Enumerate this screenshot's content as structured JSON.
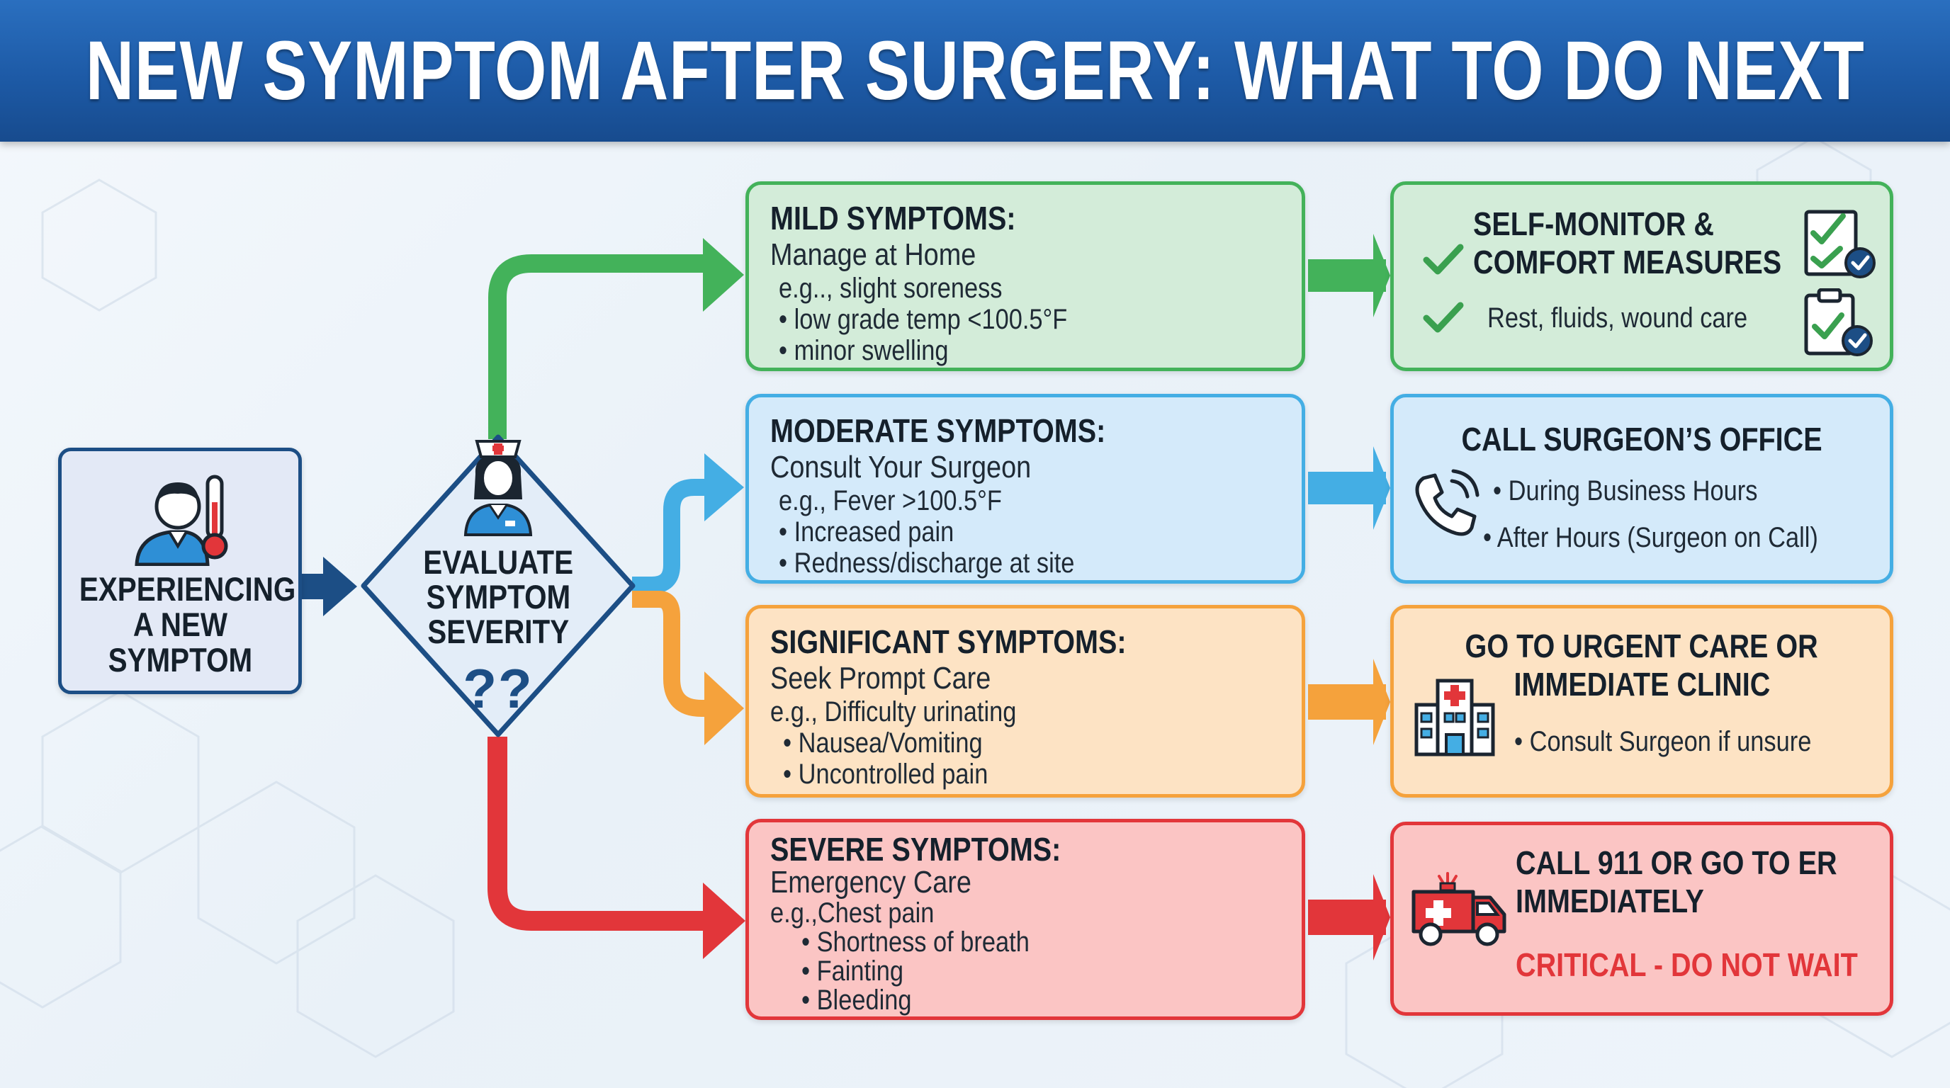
{
  "title": "NEW SYMPTOM AFTER SURGERY: WHAT TO DO NEXT",
  "start": {
    "label_lines": [
      "EXPERIENCING",
      "A NEW",
      "SYMPTOM"
    ],
    "icon": "patient-thermometer-icon"
  },
  "decision": {
    "label_lines": [
      "EVALUATE",
      "SYMPTOM",
      "SEVERITY"
    ],
    "marks": "??",
    "icon": "nurse-icon"
  },
  "levels": [
    {
      "color": "#43b25a",
      "heading": "MILD SYMPTOMS:",
      "subheading": "Manage at Home",
      "examples": [
        "e.g.., slight soreness",
        "• low grade temp <100.5°F",
        "• minor swelling"
      ],
      "action": {
        "heading_lines": [
          "SELF-MONITOR &",
          "COMFORT MEASURES"
        ],
        "detail": "Rest, fluids, wound care",
        "icons": [
          "checkmark-icon",
          "checklist-icon",
          "clipboard-check-icon"
        ]
      }
    },
    {
      "color": "#44aee4",
      "heading": "MODERATE SYMPTOMS:",
      "subheading": "Consult Your Surgeon",
      "examples": [
        "e.g., Fever >100.5°F",
        "• Increased pain",
        "• Redness/discharge at site"
      ],
      "action": {
        "heading_lines": [
          "CALL SURGEON’S OFFICE"
        ],
        "bullets": [
          "• During Business Hours",
          "• After Hours (Surgeon on Call)"
        ],
        "icons": [
          "phone-icon"
        ]
      }
    },
    {
      "color": "#f5a23c",
      "heading": "SIGNIFICANT SYMPTOMS:",
      "subheading": "Seek Prompt Care",
      "examples": [
        "e.g., Difficulty urinating",
        "• Nausea/Vomiting",
        "• Uncontrolled pain"
      ],
      "action": {
        "heading_lines": [
          "GO TO URGENT CARE OR",
          "IMMEDIATE CLINIC"
        ],
        "bullets": [
          "• Consult Surgeon if unsure"
        ],
        "icons": [
          "hospital-icon"
        ]
      }
    },
    {
      "color": "#e2363a",
      "heading": "SEVERE SYMPTOMS:",
      "subheading": "Emergency Care",
      "examples": [
        "e.g.,Chest pain",
        "• Shortness of breath",
        "• Fainting",
        "• Bleeding"
      ],
      "action": {
        "heading_lines": [
          "CALL 911 OR GO TO ER",
          "IMMEDIATELY"
        ],
        "warning": "CRITICAL - DO NOT WAIT",
        "icons": [
          "ambulance-icon"
        ]
      }
    }
  ]
}
